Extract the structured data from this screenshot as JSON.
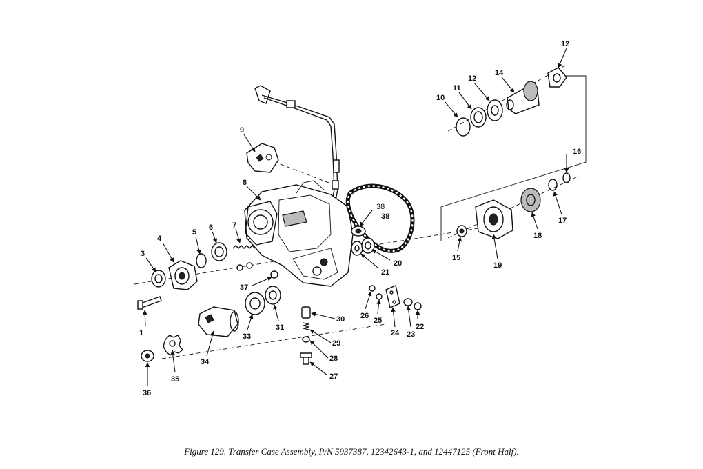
{
  "caption": "Figure 129.  Transfer Case Assembly, P/N 5937387, 12342643-1, and 12447125 (Front Half).",
  "callouts": [
    {
      "id": "c1",
      "text": "1"
    },
    {
      "id": "c3",
      "text": "3"
    },
    {
      "id": "c4",
      "text": "4"
    },
    {
      "id": "c5",
      "text": "5"
    },
    {
      "id": "c6",
      "text": "6"
    },
    {
      "id": "c7",
      "text": "7"
    },
    {
      "id": "c8",
      "text": "8"
    },
    {
      "id": "c9",
      "text": "9"
    },
    {
      "id": "c10",
      "text": "10"
    },
    {
      "id": "c11",
      "text": "11"
    },
    {
      "id": "c12a",
      "text": "12"
    },
    {
      "id": "c12b",
      "text": "12"
    },
    {
      "id": "c14",
      "text": "14"
    },
    {
      "id": "c15",
      "text": "15"
    },
    {
      "id": "c16",
      "text": "16"
    },
    {
      "id": "c17",
      "text": "17"
    },
    {
      "id": "c18",
      "text": "18"
    },
    {
      "id": "c19",
      "text": "19"
    },
    {
      "id": "c20",
      "text": "20"
    },
    {
      "id": "c21",
      "text": "21"
    },
    {
      "id": "c22",
      "text": "22"
    },
    {
      "id": "c23",
      "text": "23"
    },
    {
      "id": "c24",
      "text": "24"
    },
    {
      "id": "c25",
      "text": "25"
    },
    {
      "id": "c26",
      "text": "26"
    },
    {
      "id": "c27",
      "text": "27"
    },
    {
      "id": "c28",
      "text": "28"
    },
    {
      "id": "c29",
      "text": "29"
    },
    {
      "id": "c30",
      "text": "30"
    },
    {
      "id": "c31",
      "text": "31"
    },
    {
      "id": "c33",
      "text": "33"
    },
    {
      "id": "c34",
      "text": "34"
    },
    {
      "id": "c35",
      "text": "35"
    },
    {
      "id": "c36",
      "text": "36"
    },
    {
      "id": "c37",
      "text": "37"
    },
    {
      "id": "c38a",
      "text": "38"
    },
    {
      "id": "c38b",
      "text": "38"
    }
  ]
}
